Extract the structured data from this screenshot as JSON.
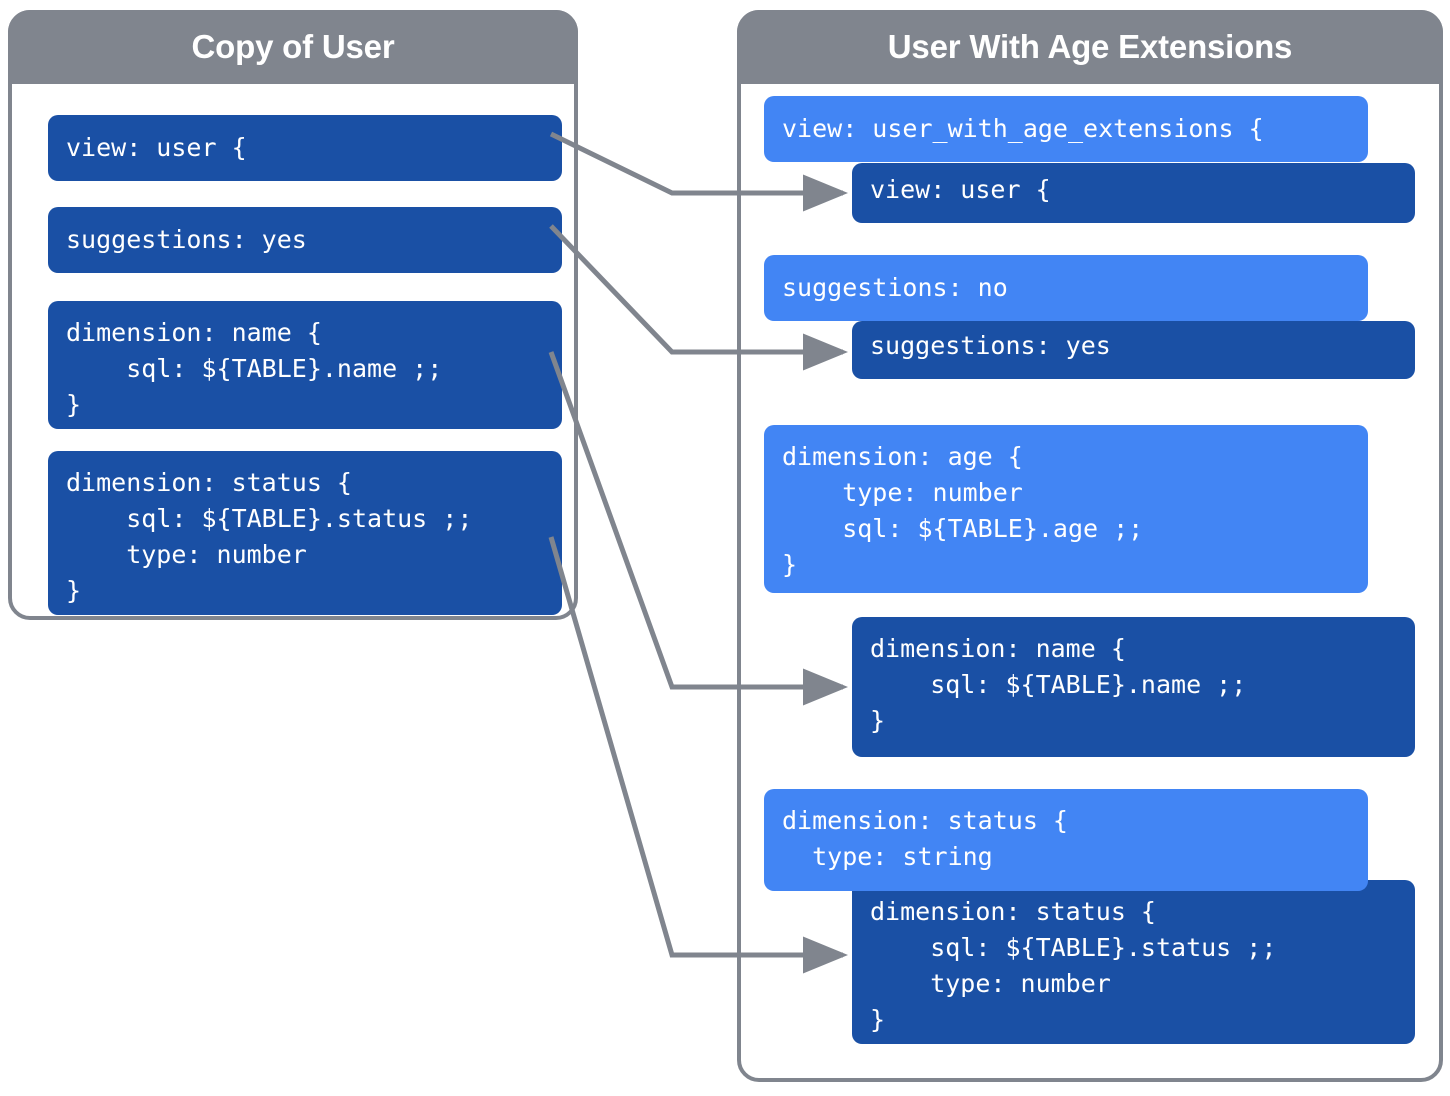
{
  "diagram": {
    "title_left": "Copy of User",
    "title_right": "User With Age Extensions",
    "colors": {
      "header_gray": "#80858e",
      "dark_blue": "#1a50a5",
      "light_blue": "#4285f4",
      "connector_gray": "#80858e",
      "text_white": "#ffffff",
      "background": "#ffffff"
    }
  },
  "left_panel": {
    "header": "Copy of User",
    "blocks": [
      {
        "id": "l-view",
        "shade": "dark",
        "code": "view: user {"
      },
      {
        "id": "l-suggestions",
        "shade": "dark",
        "code": "suggestions: yes"
      },
      {
        "id": "l-dim-name",
        "shade": "dark",
        "code": "dimension: name {\n    sql: ${TABLE}.name ;;\n}"
      },
      {
        "id": "l-dim-status",
        "shade": "dark",
        "code": "dimension: status {\n    sql: ${TABLE}.status ;;\n    type: number\n}"
      }
    ]
  },
  "right_panel": {
    "header": "User With Age Extensions",
    "blocks": [
      {
        "id": "r-view-ext",
        "shade": "light",
        "code": "view: user_with_age_extensions {"
      },
      {
        "id": "r-view-user",
        "shade": "dark",
        "code": "view: user {"
      },
      {
        "id": "r-sugg-no",
        "shade": "light",
        "code": "suggestions: no"
      },
      {
        "id": "r-sugg-yes",
        "shade": "dark",
        "code": "suggestions: yes"
      },
      {
        "id": "r-dim-age",
        "shade": "light",
        "code": "dimension: age {\n    type: number\n    sql: ${TABLE}.age ;;\n}"
      },
      {
        "id": "r-dim-name",
        "shade": "dark",
        "code": "dimension: name {\n    sql: ${TABLE}.name ;;\n}"
      },
      {
        "id": "r-dim-status-light",
        "shade": "light",
        "code": "dimension: status {\n  type: string"
      },
      {
        "id": "r-dim-status-dark",
        "shade": "dark",
        "code": "dimension: status {\n    sql: ${TABLE}.status ;;\n    type: number\n}"
      }
    ]
  },
  "connectors": [
    {
      "name": "view-to-view",
      "from": "l-view",
      "to": "r-view-user"
    },
    {
      "name": "suggestions-to-suggestions",
      "from": "l-suggestions",
      "to": "r-sugg-yes"
    },
    {
      "name": "dim-name-to-dim-name",
      "from": "l-dim-name",
      "to": "r-dim-name"
    },
    {
      "name": "dim-status-to-dim-status",
      "from": "l-dim-status",
      "to": "r-dim-status-dark"
    }
  ]
}
